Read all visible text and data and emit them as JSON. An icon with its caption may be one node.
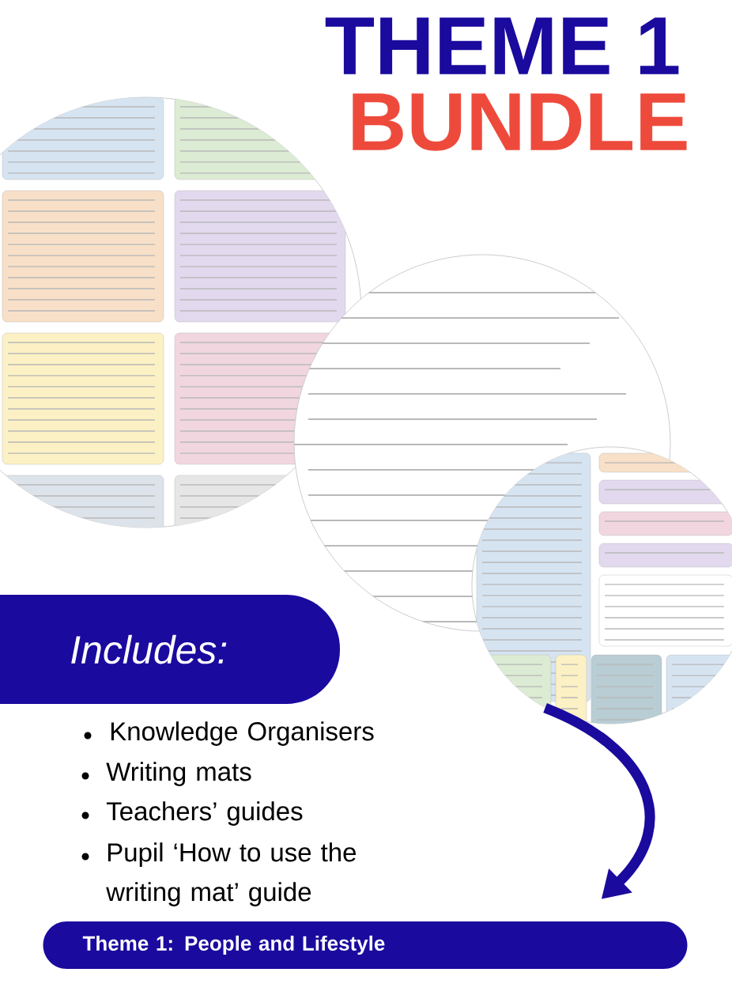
{
  "diagram": {
    "nodes": [
      {
        "text": [
          "Includes:"
        ]
      },
      {
        "text": [
          "Theme 1: People and Lifestyle"
        ]
      },
      {
        "text": [],
        "shape": "picture"
      },
      {
        "text": [],
        "shape": "picture"
      },
      {
        "text": [],
        "shape": "picture"
      }
    ],
    "edges": [
      {
        "from": 4,
        "to": 1,
        "arrow": "to"
      }
    ],
    "labels": [
      "THEME 1",
      "BUNDLE",
      "Knowledge Organisers",
      "Writing mats",
      "Teachers’ guides",
      "Pupil ‘How to use the writing mat’ guide"
    ]
  }
}
